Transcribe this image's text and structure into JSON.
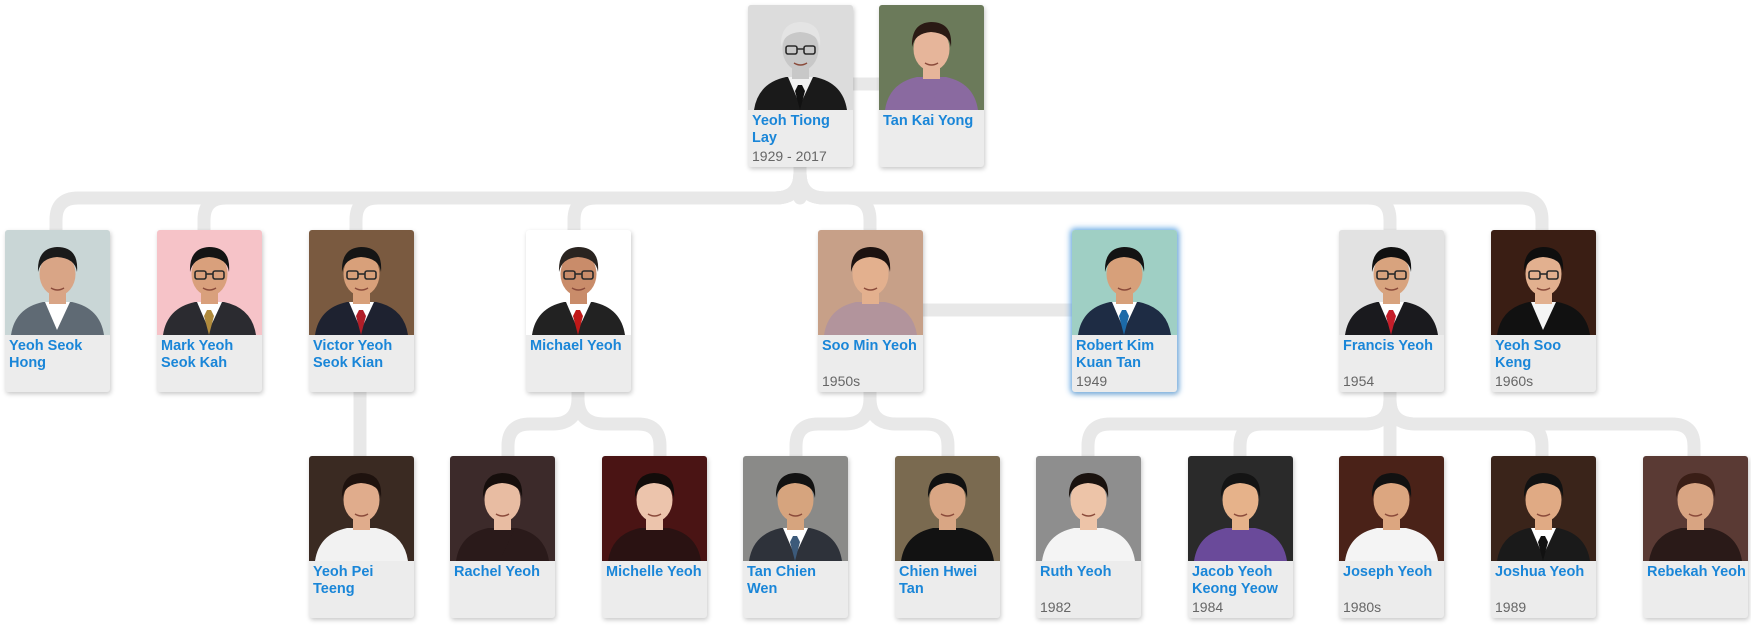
{
  "colors": {
    "connector": "#e8e8e8",
    "card_bg": "#ececec",
    "name": "#1a86d8",
    "dates": "#666666",
    "selected_glow": "#66aae6"
  },
  "persons": [
    {
      "id": "p1",
      "name": "Yeoh Tiong Lay",
      "dates": "1929 - 2017",
      "icon": "portrait-photo",
      "photo": {
        "bg": "#dcdcdc",
        "skin": "#c8c8c8",
        "hair": "#e4e4e4",
        "suit": "#1a1a1a",
        "shirt": "#f2f2f2",
        "tie": "#111111",
        "glasses": true
      }
    },
    {
      "id": "p2",
      "name": "Tan Kai Yong",
      "dates": "",
      "icon": "portrait-photo",
      "photo": {
        "bg": "#6b7a5a",
        "skin": "#e6b59a",
        "hair": "#2a1a14",
        "suit": "#8a6aa0",
        "shirt": "#8a6aa0",
        "tie": "",
        "glasses": false
      }
    },
    {
      "id": "p3",
      "name": "Yeoh Seok Hong",
      "dates": "",
      "icon": "portrait-photo",
      "photo": {
        "bg": "#c9d6d6",
        "skin": "#d9a586",
        "hair": "#1a1a1a",
        "suit": "#5f6a74",
        "shirt": "#ffffff",
        "tie": "",
        "glasses": false
      }
    },
    {
      "id": "p4",
      "name": "Mark Yeoh Seok Kah",
      "dates": "",
      "icon": "portrait-photo",
      "photo": {
        "bg": "#f6c3c8",
        "skin": "#d9a07c",
        "hair": "#141414",
        "suit": "#2b2b30",
        "shirt": "#ffffff",
        "tie": "#b08a3c",
        "glasses": true
      }
    },
    {
      "id": "p5",
      "name": "Victor Yeoh Seok Kian",
      "dates": "",
      "icon": "portrait-photo",
      "photo": {
        "bg": "#7a5a40",
        "skin": "#d8a07a",
        "hair": "#151515",
        "suit": "#1e2230",
        "shirt": "#ffffff",
        "tie": "#b01e28",
        "glasses": true
      }
    },
    {
      "id": "p6",
      "name": "Michael Yeoh",
      "dates": "",
      "icon": "portrait-photo",
      "photo": {
        "bg": "#ffffff",
        "skin": "#c98c6a",
        "hair": "#2a2420",
        "suit": "#222222",
        "shirt": "#ffffff",
        "tie": "#c01818",
        "glasses": true
      }
    },
    {
      "id": "p7",
      "name": "Soo Min Yeoh",
      "dates": "1950s",
      "icon": "portrait-photo",
      "photo": {
        "bg": "#c7a088",
        "skin": "#e3b08e",
        "hair": "#1c1210",
        "suit": "#b2949c",
        "shirt": "#b2949c",
        "tie": "",
        "glasses": false
      }
    },
    {
      "id": "p8",
      "name": "Robert Kim Kuan Tan",
      "dates": "1949",
      "icon": "portrait-photo",
      "photo": {
        "bg": "#9fcfc4",
        "skin": "#d7a07a",
        "hair": "#131313",
        "suit": "#1e2c44",
        "shirt": "#ffffff",
        "tie": "#1c6aa8",
        "glasses": false
      }
    },
    {
      "id": "p9",
      "name": "Francis Yeoh",
      "dates": "1954",
      "icon": "portrait-photo",
      "photo": {
        "bg": "#e2e2e2",
        "skin": "#d8a37e",
        "hair": "#101010",
        "suit": "#1a1a1e",
        "shirt": "#ffffff",
        "tie": "#c41e2a",
        "glasses": true
      }
    },
    {
      "id": "p10",
      "name": "Yeoh Soo Keng",
      "dates": "1960s",
      "icon": "portrait-photo",
      "photo": {
        "bg": "#3a1e14",
        "skin": "#e2b08f",
        "hair": "#0e0e0e",
        "suit": "#111111",
        "shirt": "#f5f5f5",
        "tie": "",
        "glasses": true
      }
    },
    {
      "id": "p11",
      "name": "Yeoh Pei Teeng",
      "dates": "",
      "icon": "portrait-photo",
      "photo": {
        "bg": "#3a2a22",
        "skin": "#e0ac8c",
        "hair": "#1e120e",
        "suit": "#f2f2f2",
        "shirt": "#f2f2f2",
        "tie": "",
        "glasses": false
      }
    },
    {
      "id": "p12",
      "name": "Rachel Yeoh",
      "dates": "",
      "icon": "portrait-photo",
      "photo": {
        "bg": "#3c2a2a",
        "skin": "#e8bca2",
        "hair": "#160e0c",
        "suit": "#2a1a1a",
        "shirt": "#2a1a1a",
        "tie": "",
        "glasses": false
      }
    },
    {
      "id": "p13",
      "name": "Michelle Yeoh",
      "dates": "",
      "icon": "portrait-photo",
      "photo": {
        "bg": "#4a1414",
        "skin": "#ecc4ac",
        "hair": "#120c0a",
        "suit": "#2a1212",
        "shirt": "#2a1212",
        "tie": "",
        "glasses": false
      }
    },
    {
      "id": "p14",
      "name": "Tan Chien Wen",
      "dates": "",
      "icon": "portrait-photo",
      "photo": {
        "bg": "#8a8a88",
        "skin": "#d6a47e",
        "hair": "#121212",
        "suit": "#2e323a",
        "shirt": "#ffffff",
        "tie": "#3c5a7a",
        "glasses": false
      }
    },
    {
      "id": "p15",
      "name": "Chien Hwei Tan",
      "dates": "",
      "icon": "portrait-photo",
      "photo": {
        "bg": "#7a6a50",
        "skin": "#d9a684",
        "hair": "#111111",
        "suit": "#121212",
        "shirt": "#121212",
        "tie": "",
        "glasses": false
      }
    },
    {
      "id": "p16",
      "name": "Ruth Yeoh",
      "dates": "1982",
      "icon": "portrait-photo",
      "photo": {
        "bg": "#8e8e8e",
        "skin": "#edc4a8",
        "hair": "#1a120e",
        "suit": "#f4f4f4",
        "shirt": "#f4f4f4",
        "tie": "",
        "glasses": false
      }
    },
    {
      "id": "p17",
      "name": "Jacob Yeoh Keong Yeow",
      "dates": "1984",
      "icon": "portrait-photo",
      "photo": {
        "bg": "#2a2a2a",
        "skin": "#e6b28a",
        "hair": "#141414",
        "suit": "#6a4a9a",
        "shirt": "#6a4a9a",
        "tie": "",
        "glasses": false
      }
    },
    {
      "id": "p18",
      "name": "Joseph Yeoh",
      "dates": "1980s",
      "icon": "portrait-photo",
      "photo": {
        "bg": "#4a2218",
        "skin": "#dca680",
        "hair": "#111111",
        "suit": "#f4f4f4",
        "shirt": "#f4f4f4",
        "tie": "",
        "glasses": false
      }
    },
    {
      "id": "p19",
      "name": "Joshua Yeoh",
      "dates": "1989",
      "icon": "portrait-photo",
      "photo": {
        "bg": "#3a241a",
        "skin": "#e0aa84",
        "hair": "#121212",
        "suit": "#1a1a1a",
        "shirt": "#ffffff",
        "tie": "#111111",
        "glasses": false
      }
    },
    {
      "id": "p20",
      "name": "Rebekah Yeoh",
      "dates": "",
      "icon": "portrait-photo",
      "photo": {
        "bg": "#5a3a34",
        "skin": "#d8a482",
        "hair": "#3a1e16",
        "suit": "#2a1a18",
        "shirt": "#2a1a18",
        "tie": "",
        "glasses": false
      }
    }
  ]
}
